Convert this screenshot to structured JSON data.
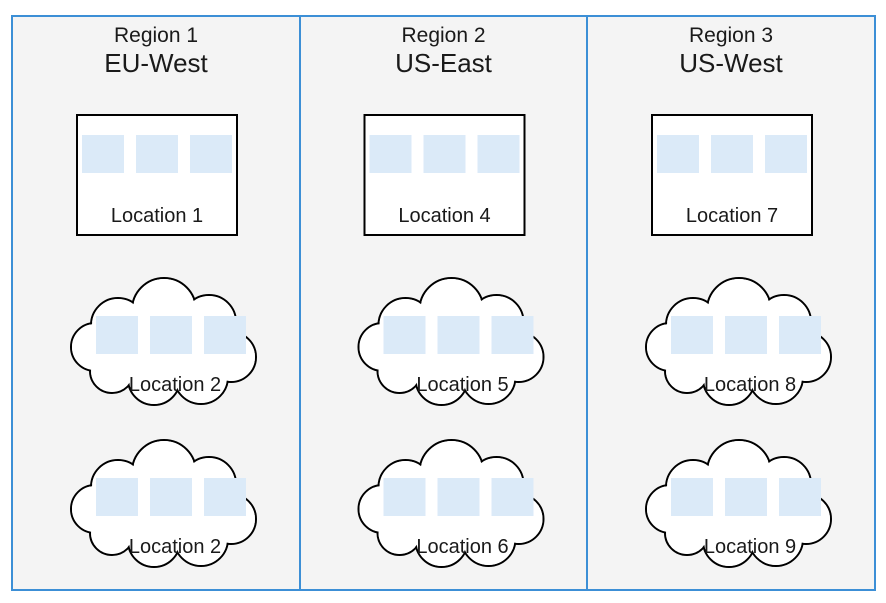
{
  "diagram": {
    "colors": {
      "region_border": "#3c8fd6",
      "region_fill": "#f4f4f4",
      "cell_fill": "#dbeaf8",
      "outline": "#000000"
    },
    "regions": [
      {
        "number_label": "Region 1",
        "name": "EU-West",
        "locations": [
          {
            "shape": "box",
            "label": "Location 1"
          },
          {
            "shape": "cloud",
            "label": "Location 2"
          },
          {
            "shape": "cloud",
            "label": "Location 2"
          }
        ]
      },
      {
        "number_label": "Region 2",
        "name": "US-East",
        "locations": [
          {
            "shape": "box",
            "label": "Location 4"
          },
          {
            "shape": "cloud",
            "label": "Location 5"
          },
          {
            "shape": "cloud",
            "label": "Location 6"
          }
        ]
      },
      {
        "number_label": "Region 3",
        "name": "US-West",
        "locations": [
          {
            "shape": "box",
            "label": "Location 7"
          },
          {
            "shape": "cloud",
            "label": "Location 8"
          },
          {
            "shape": "cloud",
            "label": "Location 9"
          }
        ]
      }
    ]
  }
}
